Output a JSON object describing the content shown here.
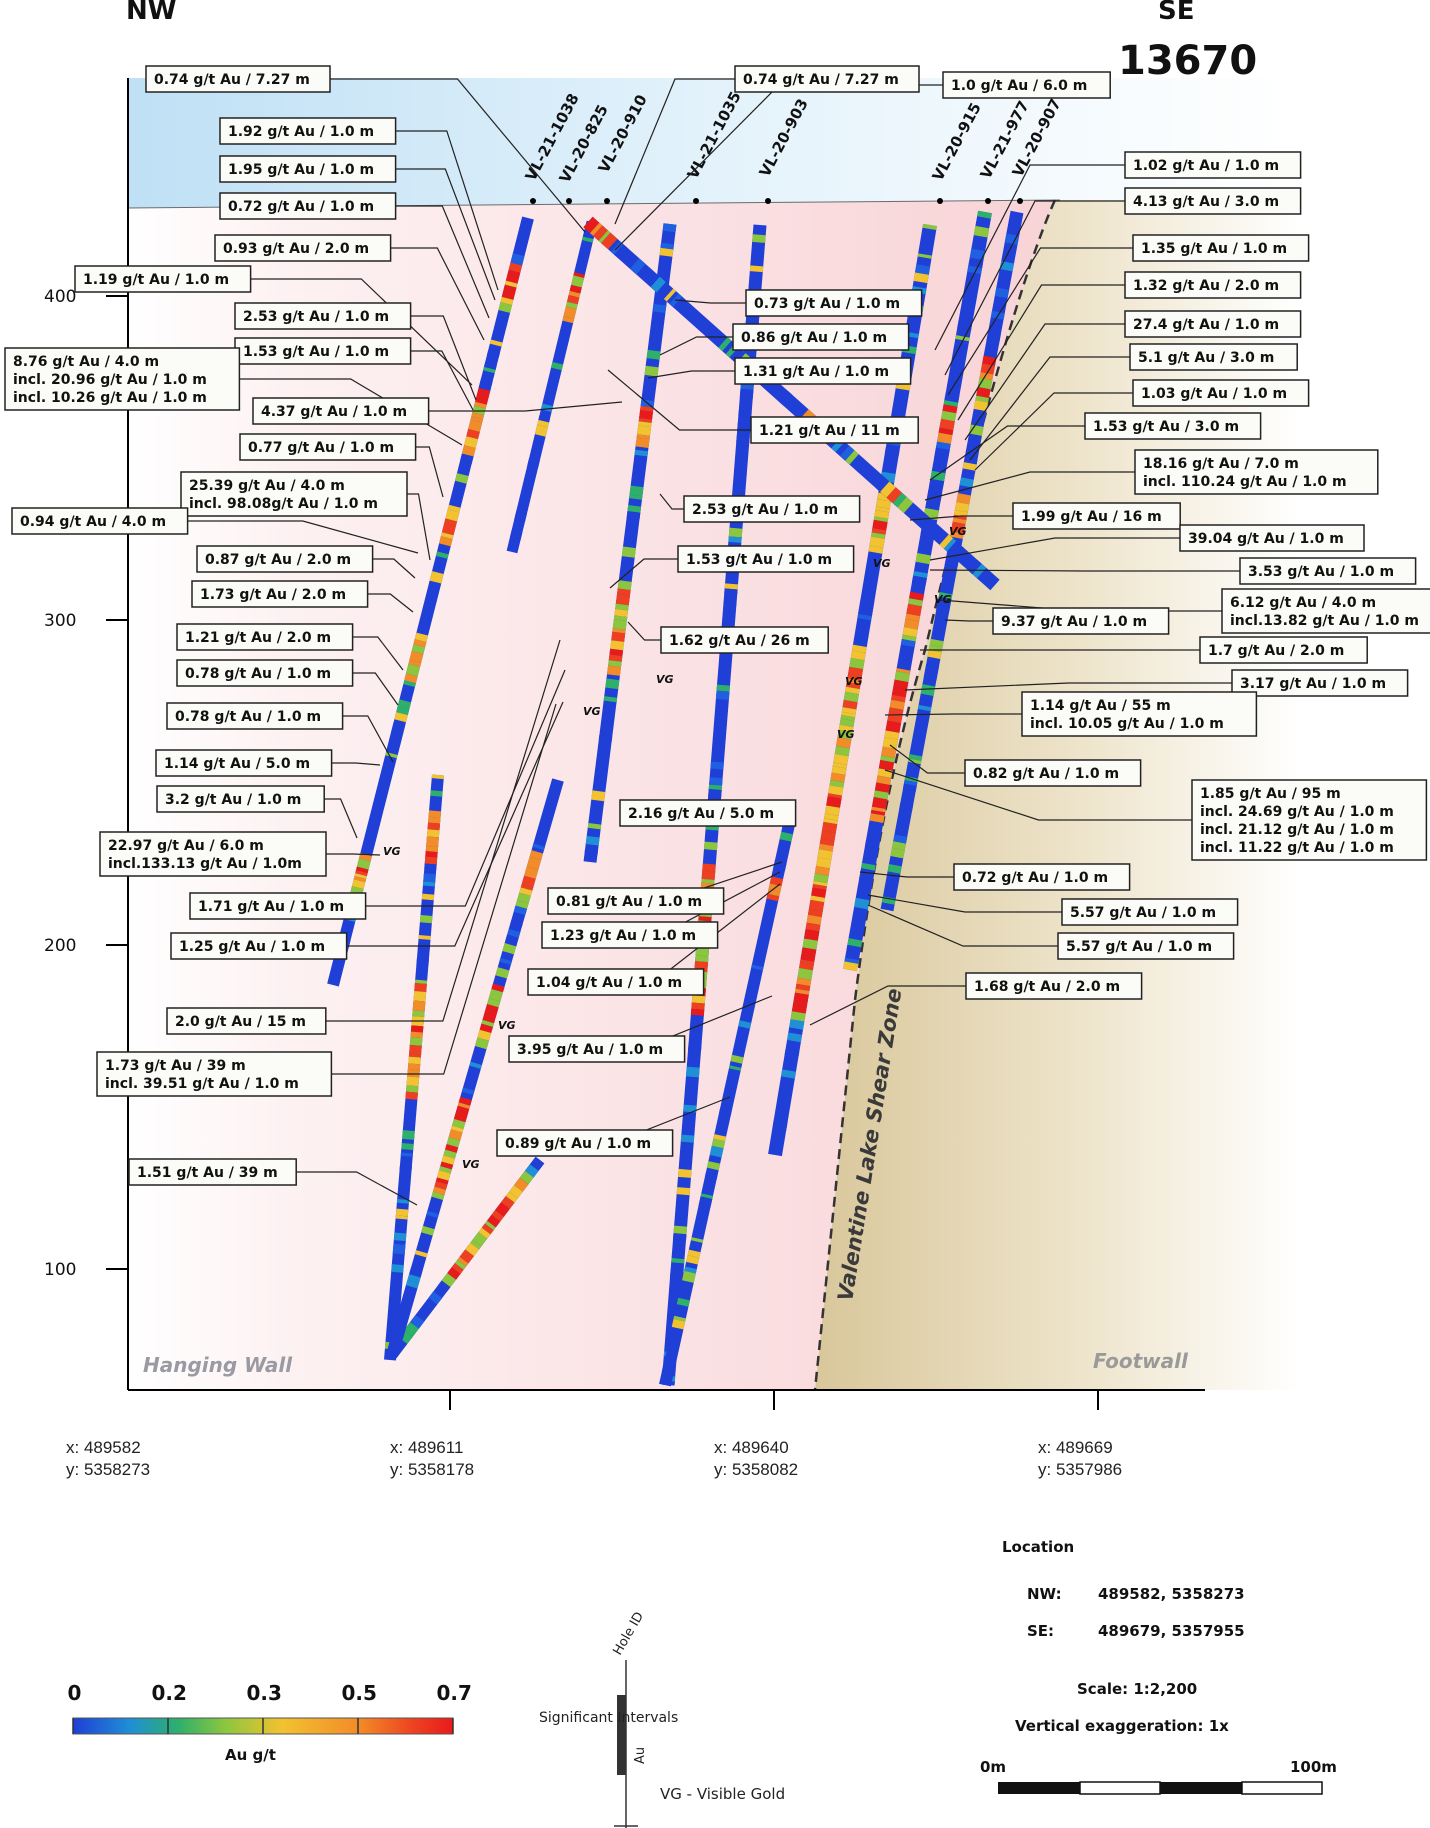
{
  "header": {
    "left_direction": "NW",
    "right_direction": "SE",
    "section_title": "13670 +/-10m"
  },
  "axis": {
    "elevation_ticks": [
      "400",
      "300",
      "200",
      "100"
    ],
    "easting_labels": [
      {
        "x": "x: 489582",
        "y": "y: 5358273"
      },
      {
        "x": "x: 489611",
        "y": "y: 5358178"
      },
      {
        "x": "x: 489640",
        "y": "y: 5358082"
      },
      {
        "x": "x: 489669",
        "y": "y: 5357986"
      }
    ]
  },
  "zones": {
    "hanging_wall": "Hanging Wall",
    "footwall": "Footwall",
    "shear_zone": "Valentine Lake Shear Zone",
    "vg_marker": "VG"
  },
  "holes": [
    "VL-21-1038",
    "VL-20-825",
    "VL-20-910",
    "VL-21-1035",
    "VL-20-903",
    "VL-20-915",
    "VL-21-977",
    "VL-20-907"
  ],
  "intervals_left": [
    [
      "0.74 g/t Au / 7.27 m"
    ],
    [
      "1.92 g/t Au / 1.0 m"
    ],
    [
      "1.95 g/t Au / 1.0 m"
    ],
    [
      "0.72 g/t Au / 1.0 m"
    ],
    [
      "0.93 g/t Au / 2.0 m"
    ],
    [
      "1.19 g/t Au / 1.0 m"
    ],
    [
      "2.53 g/t Au / 1.0 m"
    ],
    [
      "1.53 g/t Au / 1.0 m"
    ],
    [
      "8.76 g/t Au / 4.0 m",
      "incl. 20.96 g/t Au / 1.0 m",
      "incl. 10.26 g/t Au / 1.0 m"
    ],
    [
      "4.37 g/t Au / 1.0 m"
    ],
    [
      "0.77 g/t Au / 1.0 m"
    ],
    [
      "25.39 g/t Au / 4.0 m",
      "incl. 98.08g/t Au / 1.0 m"
    ],
    [
      "0.94 g/t Au / 4.0 m"
    ],
    [
      "0.87 g/t Au / 2.0 m"
    ],
    [
      "1.73 g/t Au / 2.0 m"
    ],
    [
      "1.21 g/t Au / 2.0 m"
    ],
    [
      "0.78 g/t Au / 1.0 m"
    ],
    [
      "0.78 g/t Au / 1.0 m"
    ],
    [
      "1.14 g/t Au / 5.0 m"
    ],
    [
      "3.2 g/t Au / 1.0 m"
    ],
    [
      "22.97 g/t Au / 6.0 m",
      "incl.133.13 g/t Au / 1.0m"
    ],
    [
      "1.71 g/t Au / 1.0 m"
    ],
    [
      "1.25 g/t Au / 1.0 m"
    ],
    [
      "2.0 g/t Au / 15 m"
    ],
    [
      "1.73 g/t Au / 39 m",
      "incl. 39.51 g/t Au / 1.0 m"
    ],
    [
      "1.51 g/t Au / 39 m"
    ]
  ],
  "intervals_middle": [
    [
      "0.74 g/t Au / 7.27 m"
    ],
    [
      "1.0 g/t Au / 6.0 m"
    ],
    [
      "0.73 g/t Au / 1.0 m"
    ],
    [
      "0.86 g/t Au / 1.0 m"
    ],
    [
      "1.31 g/t Au / 1.0 m"
    ],
    [
      "1.21 g/t Au / 11 m"
    ],
    [
      "2.53 g/t Au / 1.0 m"
    ],
    [
      "1.53 g/t Au / 1.0 m"
    ],
    [
      "1.62 g/t Au / 26 m"
    ],
    [
      "2.16 g/t Au / 5.0 m"
    ],
    [
      "0.81 g/t Au / 1.0 m"
    ],
    [
      "1.23 g/t Au / 1.0 m"
    ],
    [
      "1.04 g/t Au / 1.0 m"
    ],
    [
      "3.95 g/t Au / 1.0 m"
    ],
    [
      "0.89 g/t Au / 1.0 m"
    ]
  ],
  "intervals_right": [
    [
      "1.02 g/t Au / 1.0 m"
    ],
    [
      "4.13 g/t Au / 3.0 m"
    ],
    [
      "1.35 g/t Au / 1.0 m"
    ],
    [
      "1.32 g/t Au / 2.0 m"
    ],
    [
      "27.4 g/t Au / 1.0 m"
    ],
    [
      "5.1 g/t Au / 3.0 m"
    ],
    [
      "1.03 g/t Au / 1.0 m"
    ],
    [
      "1.53 g/t Au / 3.0 m"
    ],
    [
      "18.16 g/t Au / 7.0 m",
      "incl. 110.24 g/t Au / 1.0 m"
    ],
    [
      "1.99 g/t Au / 16 m"
    ],
    [
      "39.04 g/t Au / 1.0 m"
    ],
    [
      "3.53 g/t Au / 1.0 m"
    ],
    [
      "6.12 g/t Au / 4.0 m",
      "incl.13.82 g/t Au / 1.0 m"
    ],
    [
      "9.37 g/t Au / 1.0 m"
    ],
    [
      "1.7 g/t Au / 2.0 m"
    ],
    [
      "3.17 g/t Au / 1.0 m"
    ],
    [
      "1.14 g/t Au / 55 m",
      "incl. 10.05 g/t Au / 1.0 m"
    ],
    [
      "0.82 g/t Au / 1.0 m"
    ],
    [
      "1.85 g/t Au / 95 m",
      "incl. 24.69 g/t Au / 1.0 m",
      "incl. 21.12 g/t Au / 1.0 m",
      "incl. 11.22 g/t Au / 1.0 m"
    ],
    [
      "0.72 g/t Au / 1.0 m"
    ],
    [
      "5.57 g/t Au / 1.0 m"
    ],
    [
      "5.57 g/t Au / 1.0 m"
    ],
    [
      "1.68 g/t Au / 2.0 m"
    ]
  ],
  "legend": {
    "scale_ticks": [
      "0",
      "0.2",
      "0.3",
      "0.5",
      "0.7"
    ],
    "scale_label": "Au g/t",
    "scale_colors": [
      "#1f3fd6",
      "#1f8fd6",
      "#2fb06a",
      "#8cc63f",
      "#f2c230",
      "#f28c28",
      "#ee4020",
      "#e81b1b"
    ],
    "hole_id_label": "Hole ID",
    "significant_intervals_label": "Significant Intervals",
    "au_label": "Au",
    "vg_label": "VG - Visible Gold"
  },
  "location": {
    "title": "Location",
    "nw_label": "NW:",
    "nw_value": "489582, 5358273",
    "se_label": "SE:",
    "se_value": "489679, 5357955",
    "scale": "Scale: 1:2,200",
    "exaggeration": "Vertical exaggeration: 1x",
    "bar_start": "0m",
    "bar_end": "100m"
  }
}
